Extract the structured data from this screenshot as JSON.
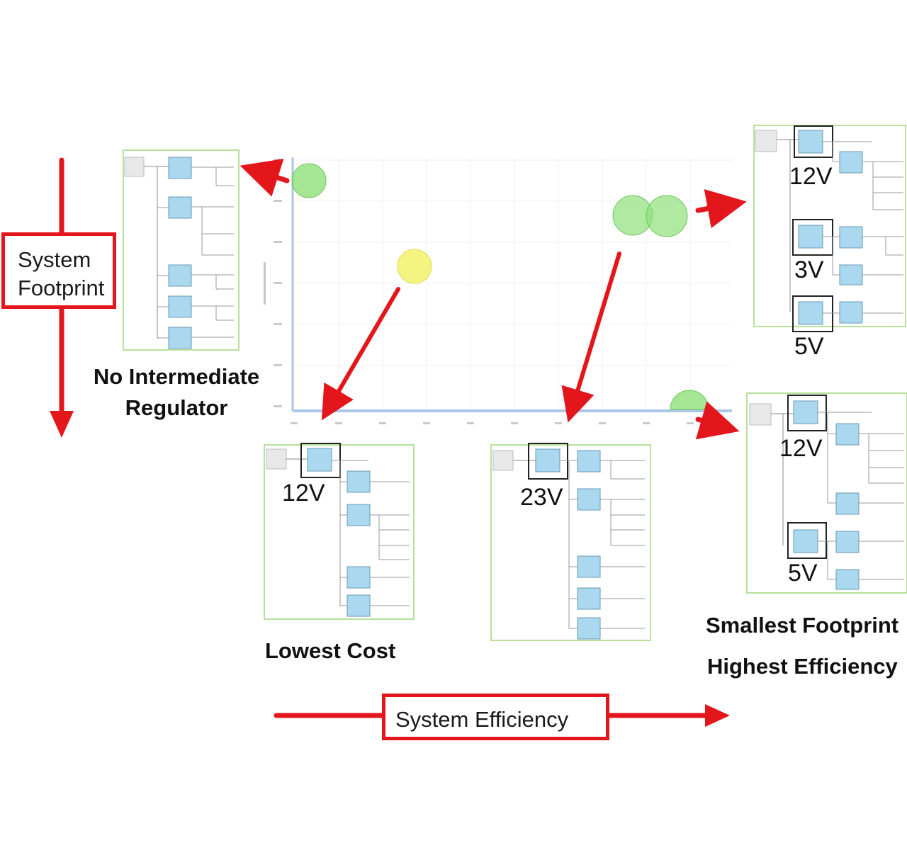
{
  "footprint_label": {
    "line1": "System",
    "line2": "Footprint"
  },
  "efficiency_label": "System Efficiency",
  "captions": {
    "no_intermediate_line1": "No Intermediate",
    "no_intermediate_line2": "Regulator",
    "lowest_cost": "Lowest Cost",
    "smallest_footprint": "Smallest Footprint",
    "highest_efficiency": "Highest Efficiency"
  },
  "voltages": {
    "top_right_a": "12V",
    "top_right_b": "3V",
    "top_right_c": "5V",
    "lowest_cost": "12V",
    "middle": "23V",
    "bottom_right_a": "12V",
    "bottom_right_b": "5V"
  },
  "colors": {
    "arrow_red": "#e3161b",
    "green_bubble": "#8ee07a",
    "yellow_bubble": "#f4f26a",
    "panel_border": "#b7e09a",
    "block_fill": "#a9d8ef"
  }
}
